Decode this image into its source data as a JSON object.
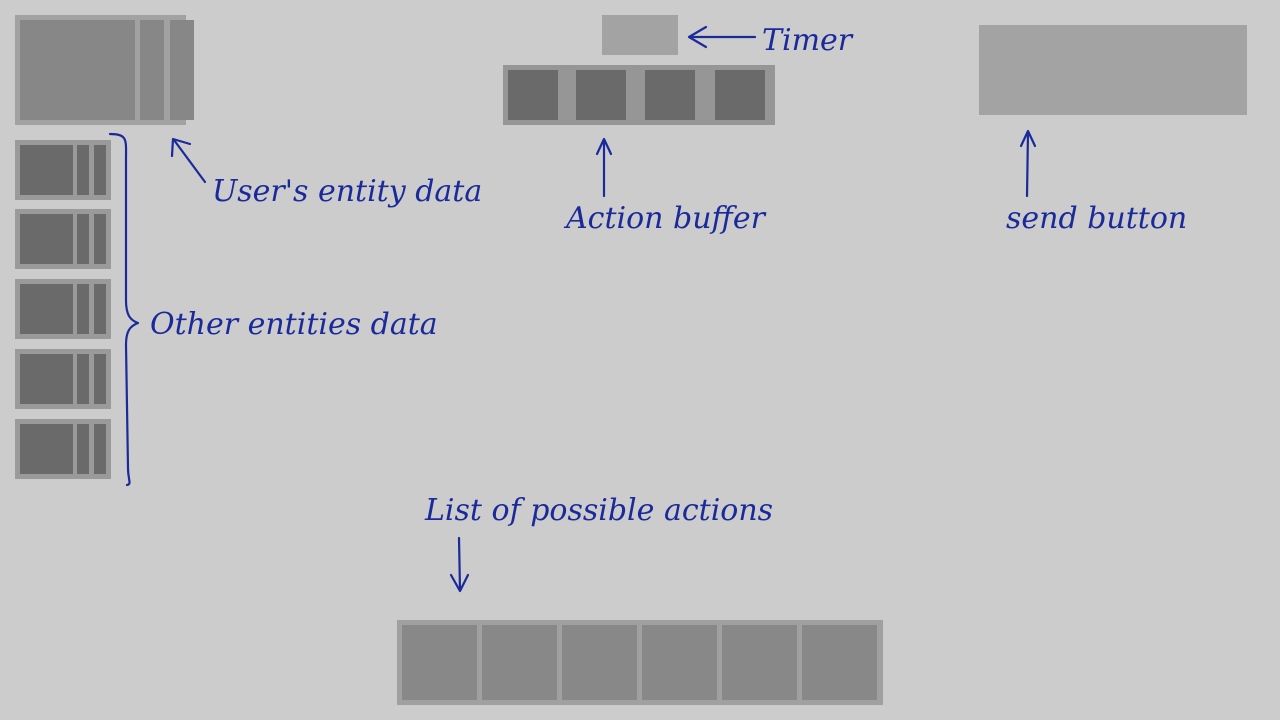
{
  "labels": {
    "timer": "Timer",
    "user_entity": "User's entity data",
    "action_buffer": "Action buffer",
    "send_button": "send button",
    "other_entities": "Other entities data",
    "possible_actions": "List of possible actions"
  },
  "other_entities_count": 5,
  "action_buffer_slots": 4,
  "possible_actions_slots": 6,
  "colors": {
    "background": "#cccccc",
    "annotation_ink": "#1a2a9a"
  }
}
